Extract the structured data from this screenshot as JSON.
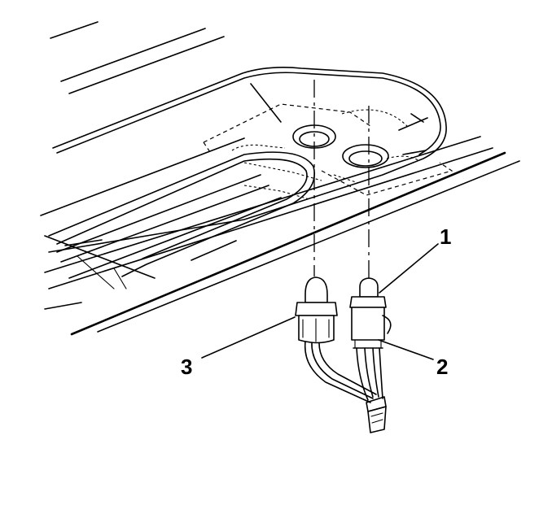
{
  "callouts": [
    {
      "id": "1",
      "label": "1"
    },
    {
      "id": "2",
      "label": "2"
    },
    {
      "id": "3",
      "label": "3"
    }
  ]
}
